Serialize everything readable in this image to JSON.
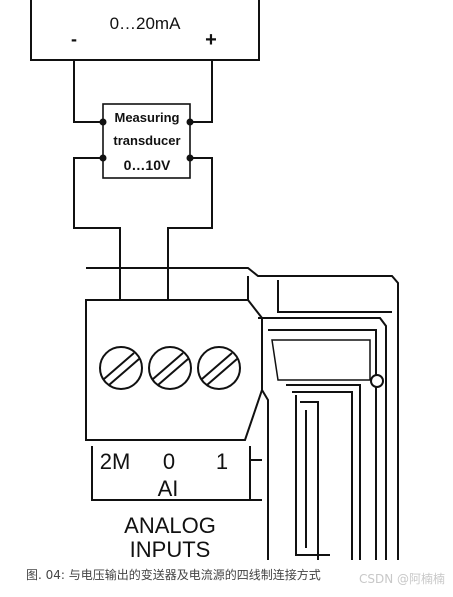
{
  "source": {
    "range_label": "0…20mA",
    "minus_label": "-",
    "plus_label": "+"
  },
  "transducer": {
    "line1": "Measuring",
    "line2": "transducer",
    "output_label": "0…10V"
  },
  "terminals": [
    {
      "label": "2M"
    },
    {
      "label": "0"
    },
    {
      "label": "1"
    }
  ],
  "ai_label": "AI",
  "module_label": {
    "line1": "ANALOG",
    "line2": "INPUTS"
  },
  "caption": "图. 04: 与电压输出的变送器及电流源的四线制连接方式",
  "watermark": "CSDN @阿楠楠"
}
